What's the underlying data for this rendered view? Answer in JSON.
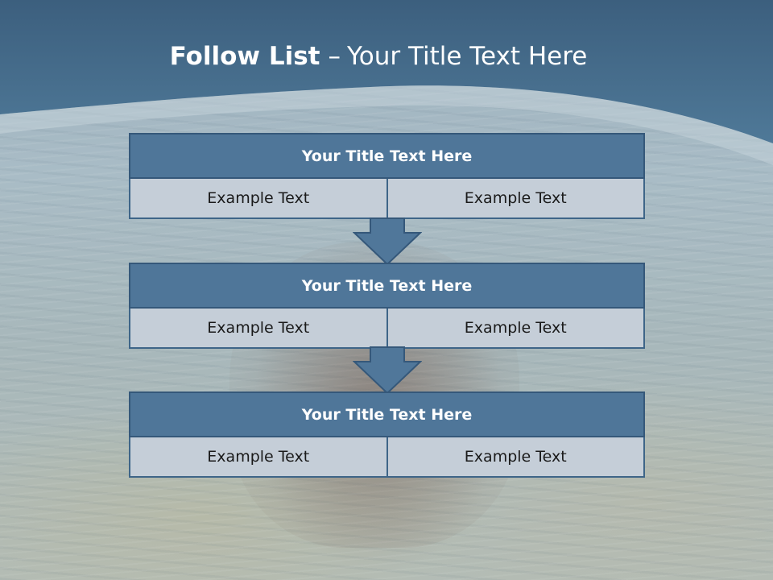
{
  "slide": {
    "title_bold": "Follow List",
    "title_separator": "–",
    "title_rest": "Your Title Text Here"
  },
  "blocks": [
    {
      "title": "Your Title Text Here",
      "left": "Example Text",
      "right": "Example Text"
    },
    {
      "title": "Your Title Text Here",
      "left": "Example Text",
      "right": "Example Text"
    },
    {
      "title": "Your Title Text Here",
      "left": "Example Text",
      "right": "Example Text"
    }
  ],
  "colors": {
    "header_blue": "#4d7391",
    "box_title_fill": "#4f7699",
    "box_border": "#35587a",
    "cell_fill": "#c5ced8",
    "arrow_fill": "#50779a"
  }
}
